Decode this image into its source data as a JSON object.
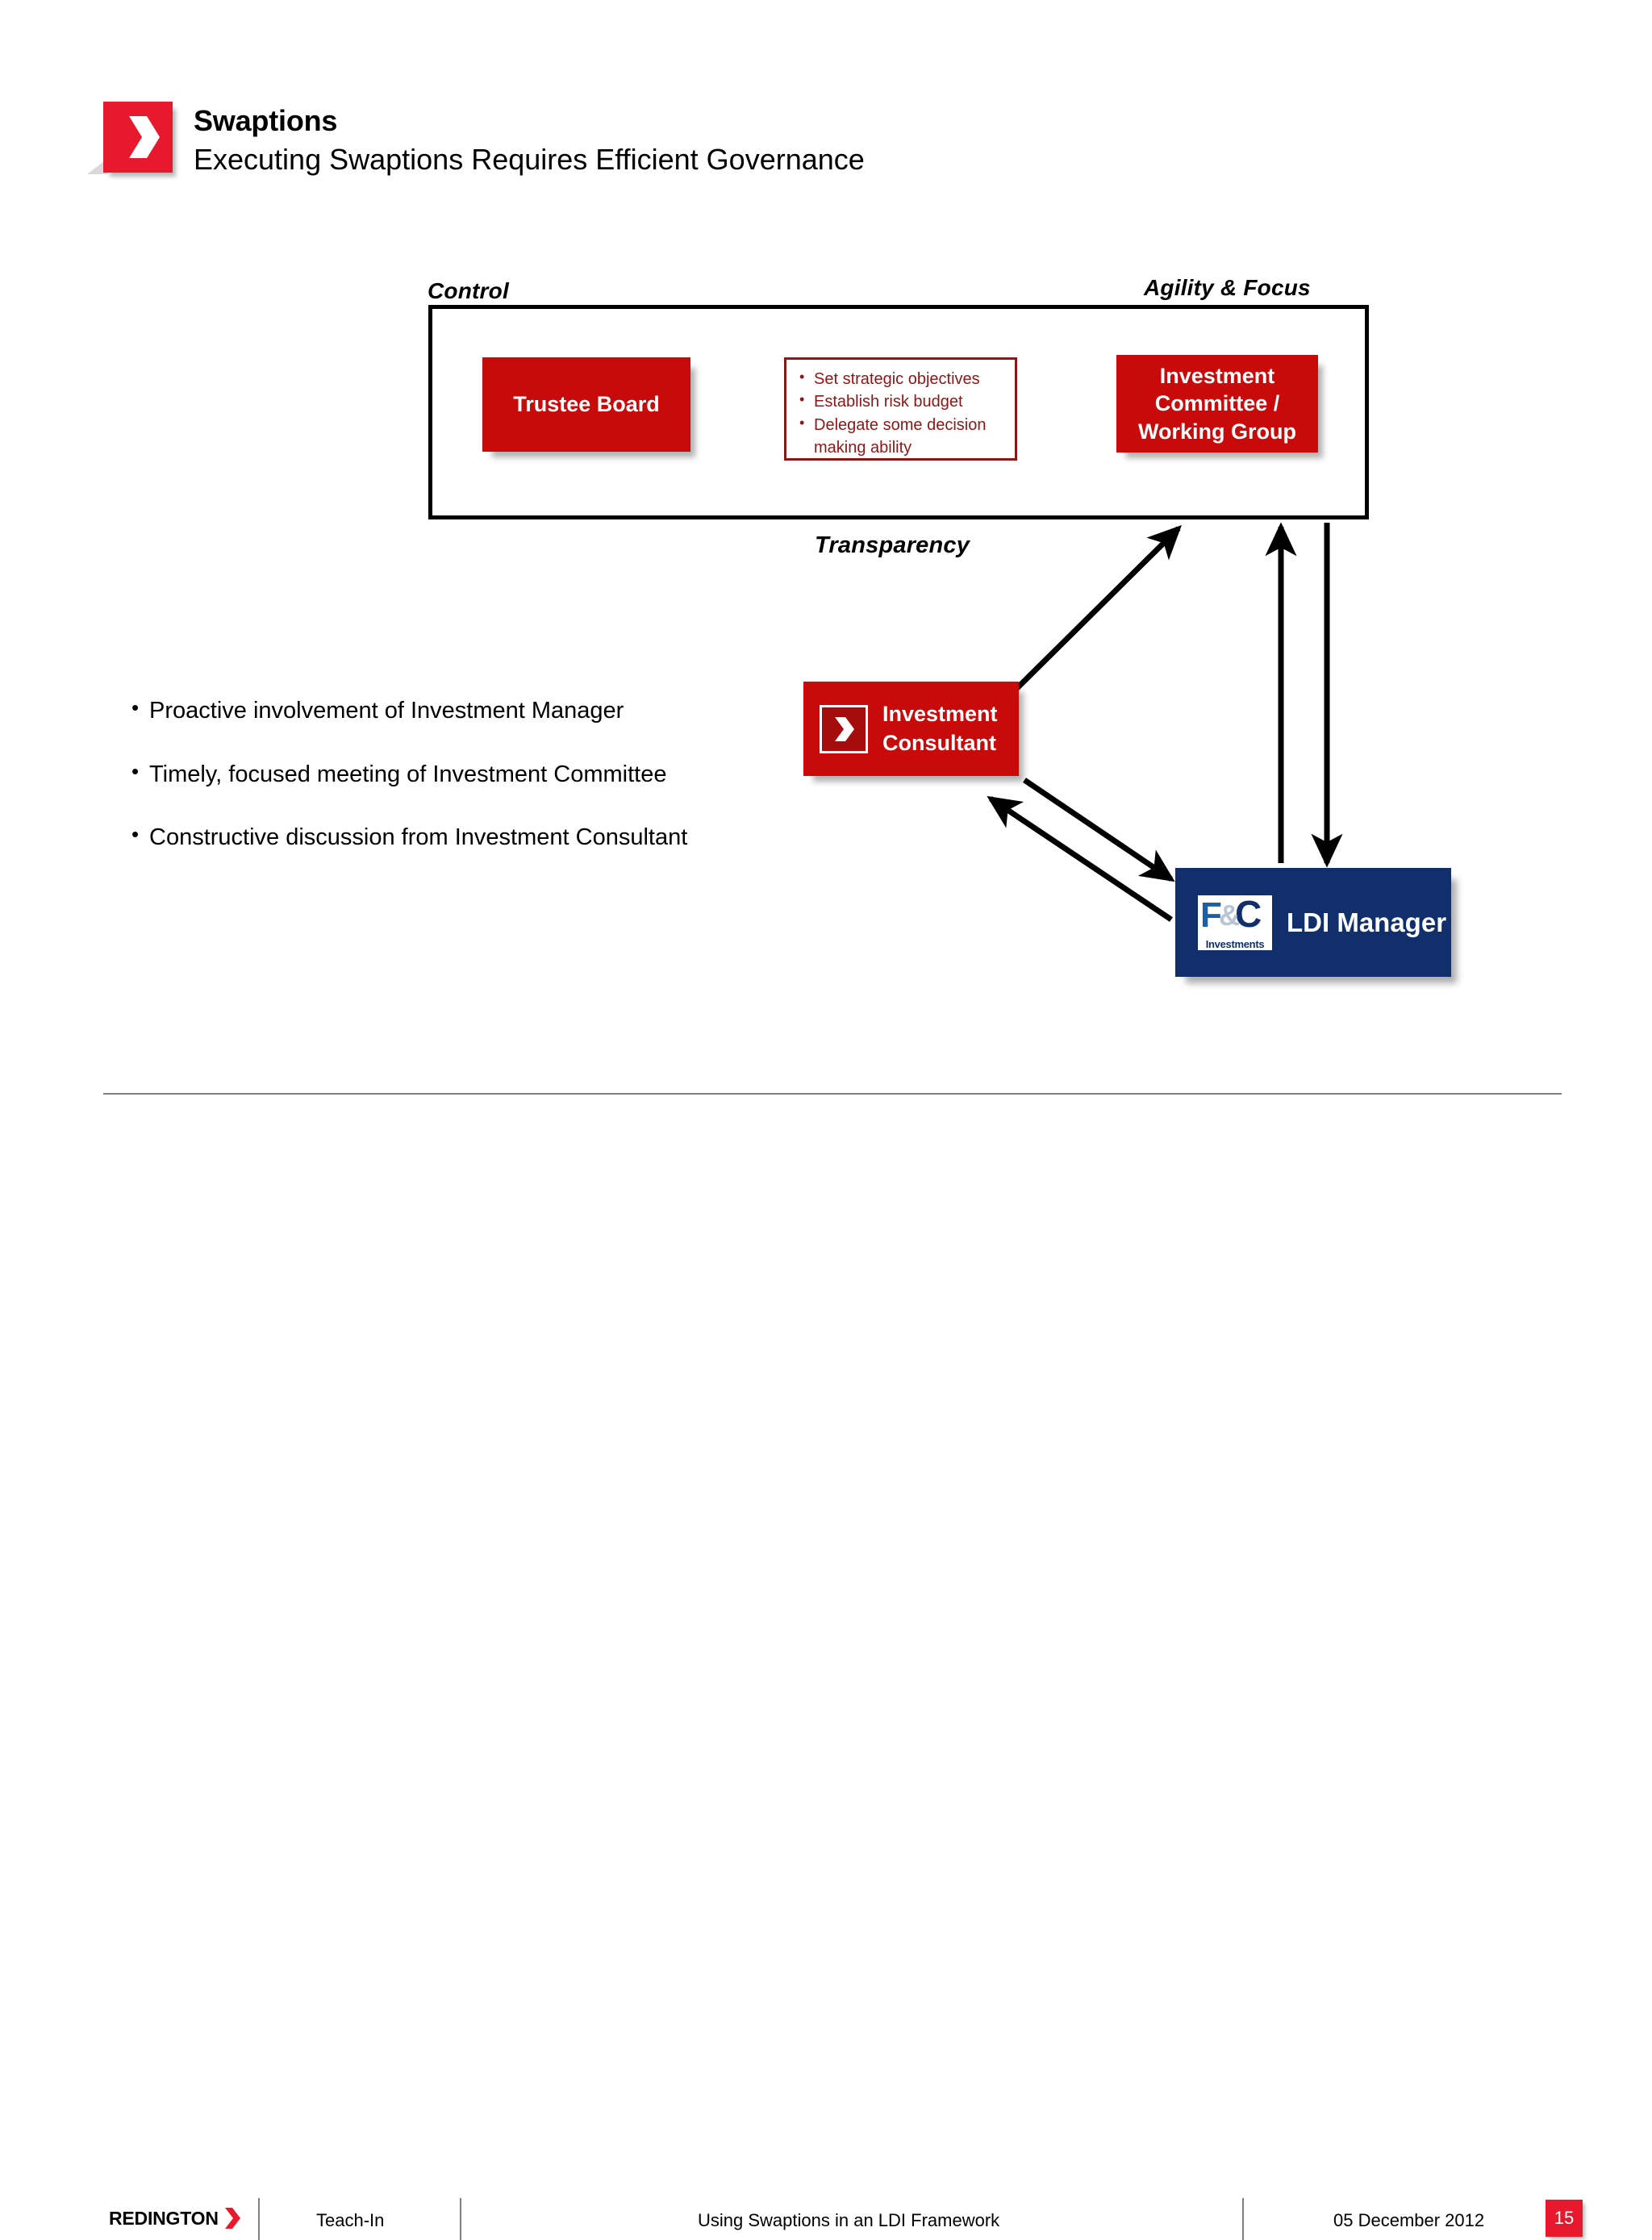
{
  "header": {
    "title": "Swaptions",
    "subtitle": "Executing Swaptions Requires Efficient Governance",
    "logo_icon": "redington-chevron-icon"
  },
  "diagram": {
    "labels": {
      "control": "Control",
      "agility": "Agility & Focus",
      "transparency": "Transparency"
    },
    "trustee_board": "Trustee Board",
    "committee": {
      "line1": "Investment",
      "line2": "Committee /",
      "line3": "Working Group"
    },
    "delegation_bullets": [
      "Set strategic objectives",
      "Establish risk budget",
      "Delegate some decision making ability"
    ],
    "consultant": {
      "line1": "Investment",
      "line2": "Consultant",
      "logo_icon": "redington-chevron-icon"
    },
    "ldi_manager": {
      "label": "LDI Manager",
      "logo_icon": "fc-investments-logo",
      "logo_top": "F&C",
      "logo_bottom": "Investments"
    },
    "colors": {
      "red_box": "#c80a0a",
      "dark_red": "#8f1616",
      "navy": "#11306b",
      "brand_red": "#e8192c",
      "arrow_black": "#000000"
    }
  },
  "bullets": [
    "Proactive involvement of Investment Manager",
    "Timely, focused meeting of Investment Committee",
    "Constructive discussion from Investment Consultant"
  ],
  "footer": {
    "brand": "REDINGTON",
    "section": "Teach-In",
    "deck_title": "Using Swaptions in an LDI Framework",
    "date": "05  December 2012",
    "page": "15"
  }
}
